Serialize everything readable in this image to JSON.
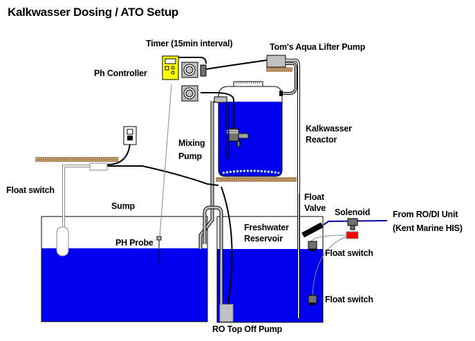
{
  "title": "Kalkwasser Dosing / ATO Setup",
  "colors": {
    "water": "#0000ee",
    "controller": "#ffff00",
    "solenoid_valve": "#ff0000",
    "shelf": "#a07850",
    "pump_gray": "#c0c0c0",
    "dark_gray": "#707070"
  },
  "labels": {
    "timer": "Timer (15min interval)",
    "ph_controller": "Ph Controller",
    "aqua_lifter": "Tom's Aqua Lifter Pump",
    "kalk_reactor_1": "Kalkwasser",
    "kalk_reactor_2": "Reactor",
    "mixing_pump_1": "Mixing",
    "mixing_pump_2": "Pump",
    "float_switch_sump": "Float switch",
    "sump": "Sump",
    "ph_probe": "PH Probe",
    "freshwater_1": "Freshwater",
    "freshwater_2": "Reservoir",
    "float_valve_1": "Float",
    "float_valve_2": "Valve",
    "solenoid": "Solenoid",
    "rodi_1": "From RO/DI Unit",
    "rodi_2": "(Kent Marine HIS)",
    "float_switch_upper": "Float switch",
    "float_switch_lower": "Float switch",
    "ro_pump": "RO Top Off Pump"
  }
}
